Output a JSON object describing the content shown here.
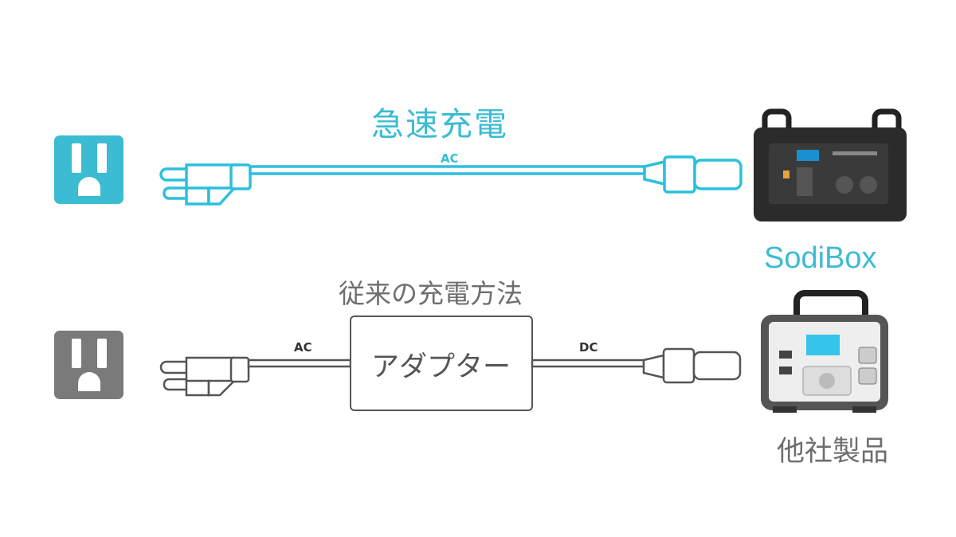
{
  "fast": {
    "title": "急速充電",
    "cable_label": "AC",
    "product": "SodiBox",
    "color": "#3bbcd2"
  },
  "conventional": {
    "title": "従来の充電方法",
    "adapter": "アダプター",
    "left_label": "AC",
    "right_label": "DC",
    "product": "他社製品",
    "color": "#6e6e6e"
  }
}
